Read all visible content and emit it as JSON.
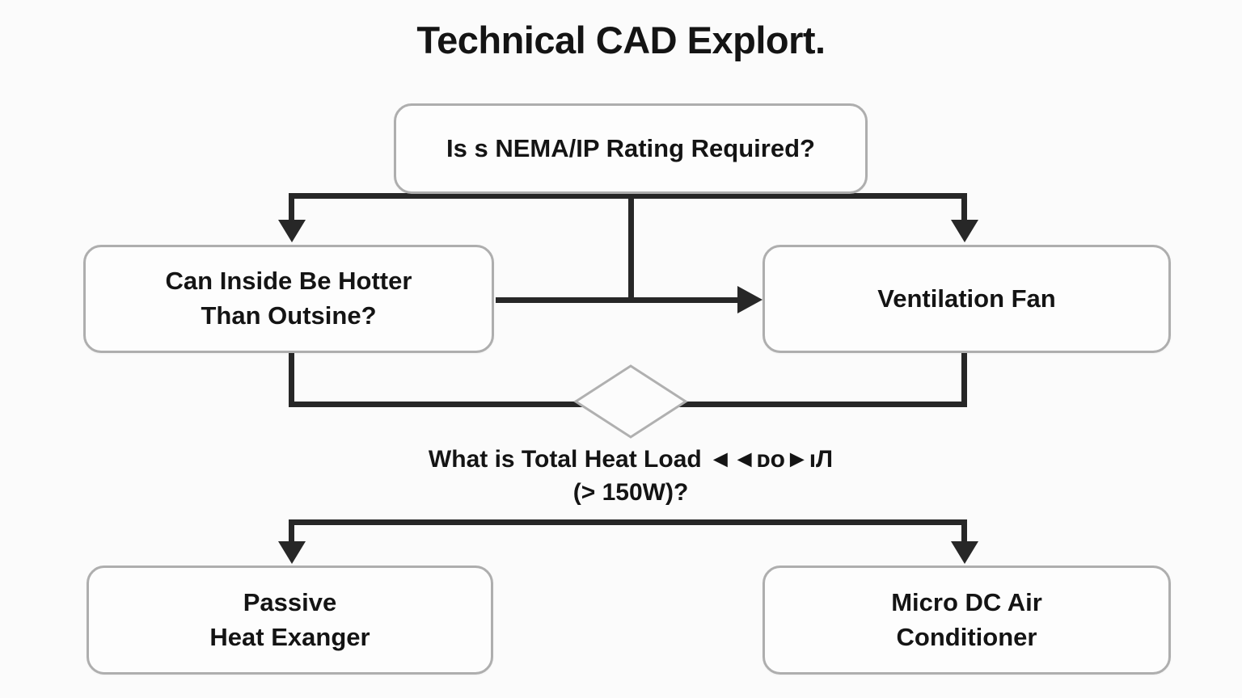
{
  "title": "Technical CAD Explort.",
  "nodes": {
    "top": {
      "label": "Is s NEMA/IP Rating Required?"
    },
    "left": {
      "lines": [
        "Can Inside Be Hotter",
        "Than Outsine?"
      ]
    },
    "right": {
      "label": "Ventilation Fan"
    },
    "bottom_left": {
      "lines": [
        "Passive",
        "Heat Exanger"
      ]
    },
    "bottom_right": {
      "lines": [
        "Micro DC Air",
        "Conditioner"
      ]
    }
  },
  "question": {
    "line1": "What is Total Heat Load ◄◄ᴅᴏ►ıЛ",
    "line2": "(> 150W)?"
  },
  "colors": {
    "background": "#fbfbfb",
    "connector_line": "#272727",
    "box_border": "#aeaeae",
    "box_fill": "#fdfdfd",
    "text": "#141414"
  }
}
